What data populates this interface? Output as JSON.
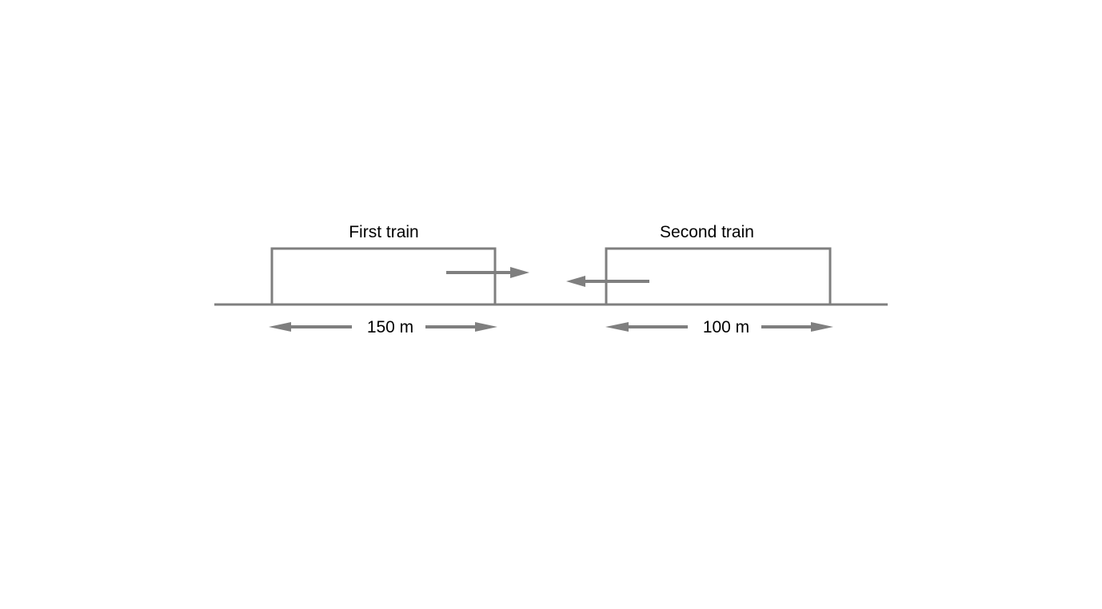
{
  "figure": {
    "description": "Two trains on a track moving toward each other",
    "colors": {
      "line": "#7f7f7f",
      "text": "#000000",
      "background": "#ffffff"
    },
    "trains": [
      {
        "name": "First train",
        "length_label": "150 m",
        "direction": "right"
      },
      {
        "name": "Second train",
        "length_label": "100 m",
        "direction": "left"
      }
    ]
  }
}
